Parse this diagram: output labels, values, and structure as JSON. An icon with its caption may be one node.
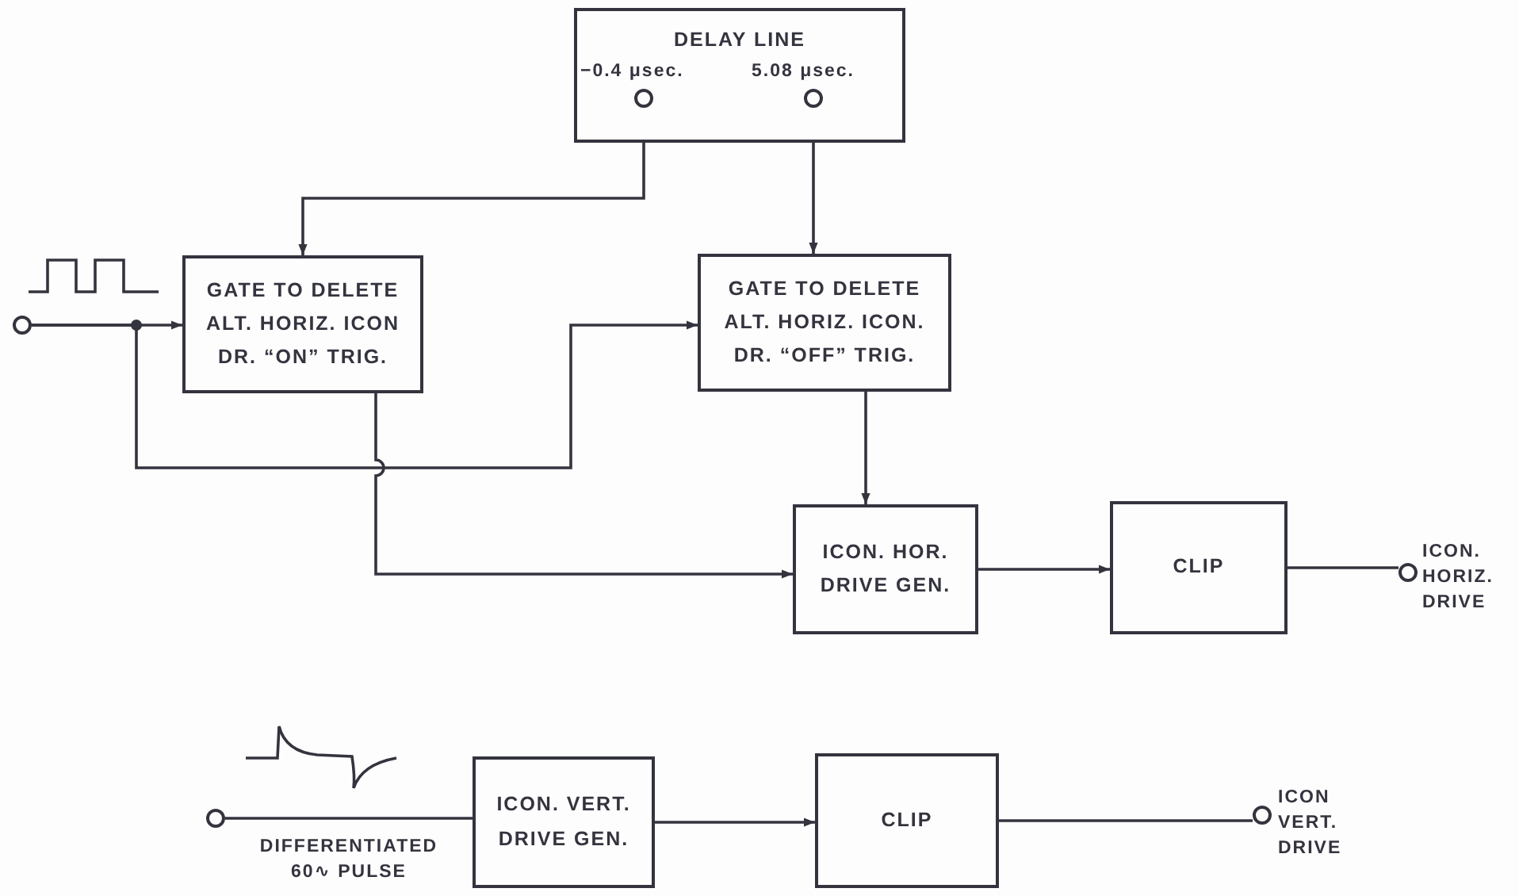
{
  "diagram": {
    "nodes": [
      {
        "text": [
          "DELAY LINE"
        ]
      },
      {
        "text": [],
        "shape": "circle",
        "in": 0,
        "beside": [
          "−0.4 μsec."
        ]
      },
      {
        "text": [],
        "shape": "circle",
        "in": 0,
        "beside": [
          "5.08 μsec."
        ]
      },
      {
        "text": [],
        "shape": "circle"
      },
      {
        "text": [
          "GATE TO DELETE ALT. HORIZ. ICON DR. “ON” TRIG."
        ]
      },
      {
        "text": [
          "GATE TO DELETE ALT. HORIZ. ICON. DR. “OFF” TRIG."
        ]
      },
      {
        "text": [
          "ICON. HOR. DRIVE GEN."
        ]
      },
      {
        "text": [
          "CLIP"
        ]
      },
      {
        "text": [],
        "shape": "circle",
        "beside": [
          "ICON. HORIZ. DRIVE"
        ]
      },
      {
        "text": [],
        "shape": "circle",
        "beside": [
          "DIFFERENTIATED 60∿ PULSE"
        ]
      },
      {
        "text": [
          "ICON. VERT. DRIVE GEN."
        ]
      },
      {
        "text": [
          "CLIP"
        ]
      },
      {
        "text": [],
        "shape": "circle",
        "beside": [
          "ICON VERT. DRIVE"
        ]
      }
    ],
    "edges": [
      {
        "from": 1,
        "to": 4,
        "arrow": "to"
      },
      {
        "from": 2,
        "to": 5,
        "arrow": "to"
      },
      {
        "from": 3,
        "to": 4,
        "arrow": "to"
      },
      {
        "from": 3,
        "to": 5,
        "arrow": "to"
      },
      {
        "from": 4,
        "to": 6,
        "arrow": "to"
      },
      {
        "from": 5,
        "to": 6,
        "arrow": "to"
      },
      {
        "from": 6,
        "to": 7,
        "arrow": "to"
      },
      {
        "from": 7,
        "to": 8,
        "arrow": "none"
      },
      {
        "from": 9,
        "to": 10,
        "arrow": "none"
      },
      {
        "from": 10,
        "to": 11,
        "arrow": "to"
      },
      {
        "from": 11,
        "to": 12,
        "arrow": "none"
      }
    ]
  }
}
